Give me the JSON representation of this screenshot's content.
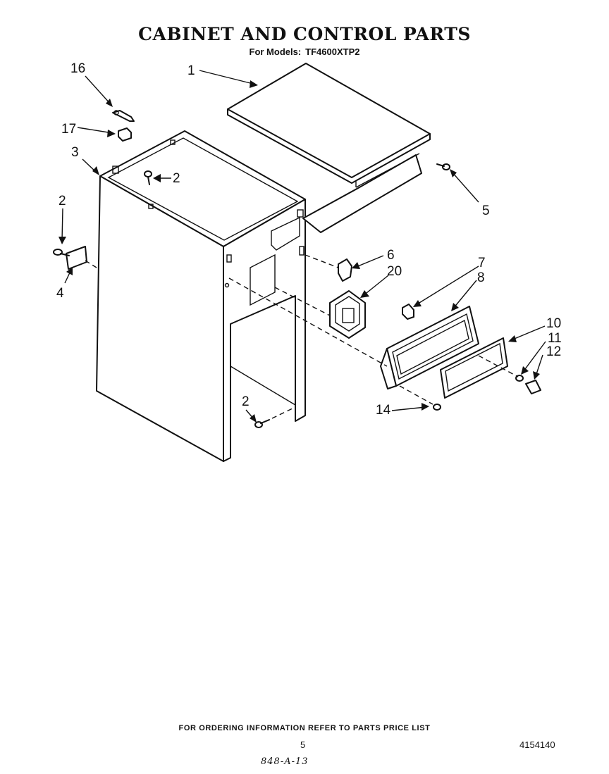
{
  "page": {
    "title": "CABINET AND CONTROL PARTS",
    "models_label": "For Models:",
    "models_value": "TF4600XTP2",
    "footer_note": "FOR ORDERING INFORMATION REFER TO PARTS PRICE LIST",
    "page_number": "5",
    "document_number": "4154140",
    "handwritten_note": "848-A-13"
  },
  "callouts": [
    {
      "id": "c1",
      "label": "1"
    },
    {
      "id": "c2a",
      "label": "2"
    },
    {
      "id": "c2b",
      "label": "2"
    },
    {
      "id": "c2c",
      "label": "2"
    },
    {
      "id": "c3",
      "label": "3"
    },
    {
      "id": "c4",
      "label": "4"
    },
    {
      "id": "c5",
      "label": "5"
    },
    {
      "id": "c6",
      "label": "6"
    },
    {
      "id": "c7",
      "label": "7"
    },
    {
      "id": "c8",
      "label": "8"
    },
    {
      "id": "c10",
      "label": "10"
    },
    {
      "id": "c11",
      "label": "11"
    },
    {
      "id": "c12",
      "label": "12"
    },
    {
      "id": "c14",
      "label": "14"
    },
    {
      "id": "c16",
      "label": "16"
    },
    {
      "id": "c17",
      "label": "17"
    },
    {
      "id": "c20",
      "label": "20"
    }
  ]
}
